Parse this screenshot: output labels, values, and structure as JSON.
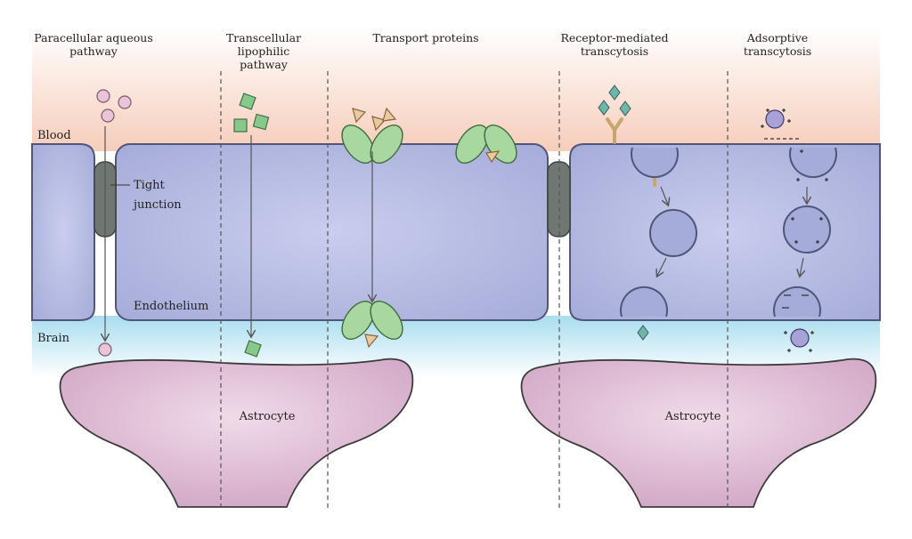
{
  "pathways": [
    {
      "id": "paracellular",
      "lines": [
        "Paracellular aqueous",
        "pathway"
      ]
    },
    {
      "id": "transcellular",
      "lines": [
        "Transcellular",
        "lipophilic",
        "pathway"
      ]
    },
    {
      "id": "transport",
      "lines": [
        "Transport proteins"
      ]
    },
    {
      "id": "receptor",
      "lines": [
        "Receptor-mediated",
        "transcytosis"
      ]
    },
    {
      "id": "adsorptive",
      "lines": [
        "Adsorptive",
        "transcytosis"
      ]
    }
  ],
  "labels": {
    "blood": "Blood",
    "brain": "Brain",
    "tight_junction": [
      "Tight",
      "junction"
    ],
    "endothelium": "Endothelium",
    "astrocyte_left": "Astrocyte",
    "astrocyte_right": "Astrocyte"
  },
  "colors": {
    "blood_top": "#f6cdbb",
    "brain_band": "#bfe6f2",
    "endothelium": "#b7bde3",
    "endothelium_edge": "#555a7a",
    "astrocyte": "#dbb3cf",
    "transporter": "#a8d89f",
    "ligand": "#e9c9a0",
    "receptor": "#e7cf99",
    "diamond": "#6fb6aa",
    "small_molecule": "#e9c5d7",
    "lipophilic": "#86c98a",
    "junction": "#6f7773",
    "cationic": "#a9a2d8"
  }
}
